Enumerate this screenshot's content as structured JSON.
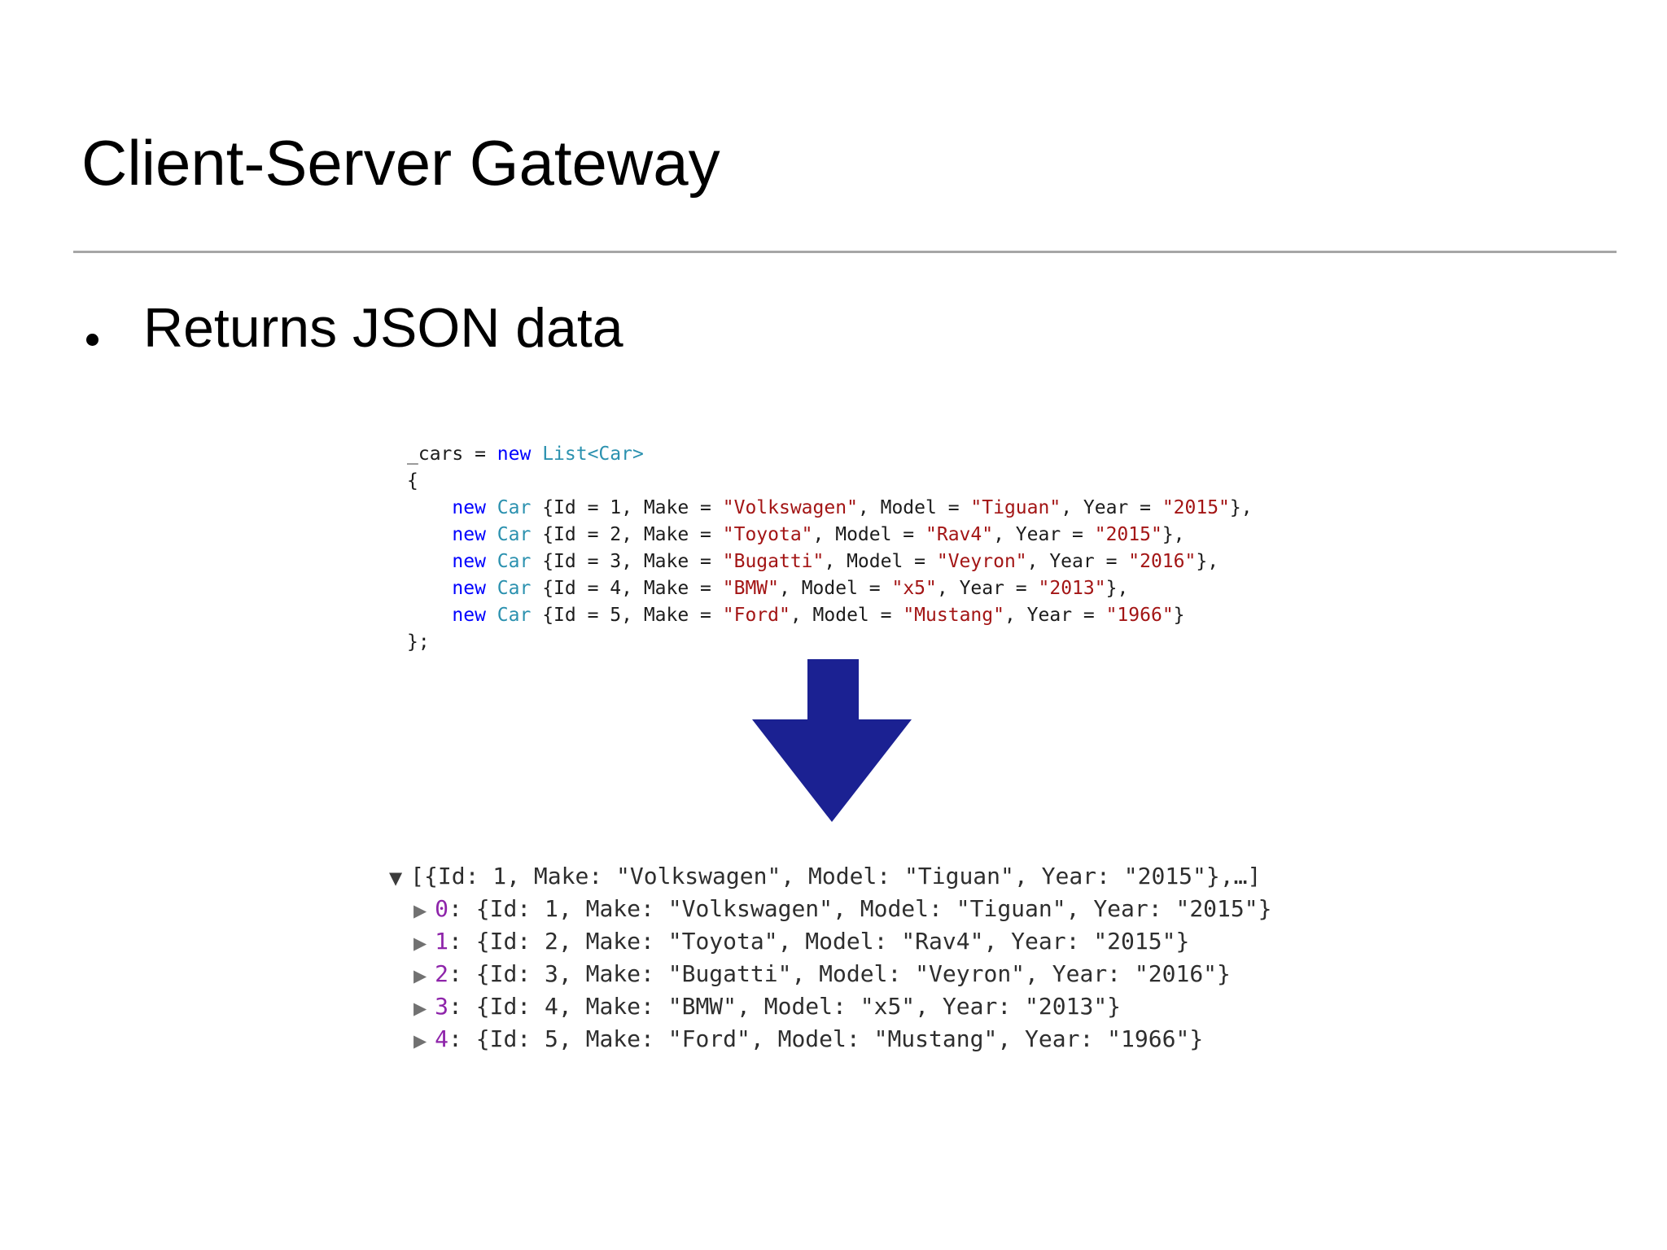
{
  "slide": {
    "title": "Client-Server Gateway",
    "bullet_text": "Returns JSON data"
  },
  "colors": {
    "keyword": "#0000ff",
    "type": "#2b91af",
    "string": "#a31515",
    "code_text": "#1c1c1c",
    "console_text": "#2e2e2e",
    "console_index": "#8e24aa",
    "arrow": "#1b2192",
    "divider": "#a6a6a6"
  },
  "code_block": {
    "language": "csharp",
    "lines": [
      [
        {
          "t": "_cars = ",
          "c": "plain"
        },
        {
          "t": "new",
          "c": "kw"
        },
        {
          "t": " ",
          "c": "plain"
        },
        {
          "t": "List<Car>",
          "c": "type"
        }
      ],
      [
        {
          "t": "{",
          "c": "plain"
        }
      ],
      [
        {
          "t": "    ",
          "c": "plain"
        },
        {
          "t": "new",
          "c": "kw"
        },
        {
          "t": " ",
          "c": "plain"
        },
        {
          "t": "Car",
          "c": "type"
        },
        {
          "t": " {Id = 1, Make = ",
          "c": "plain"
        },
        {
          "t": "\"Volkswagen\"",
          "c": "str"
        },
        {
          "t": ", Model = ",
          "c": "plain"
        },
        {
          "t": "\"Tiguan\"",
          "c": "str"
        },
        {
          "t": ", Year = ",
          "c": "plain"
        },
        {
          "t": "\"2015\"",
          "c": "str"
        },
        {
          "t": "},",
          "c": "plain"
        }
      ],
      [
        {
          "t": "    ",
          "c": "plain"
        },
        {
          "t": "new",
          "c": "kw"
        },
        {
          "t": " ",
          "c": "plain"
        },
        {
          "t": "Car",
          "c": "type"
        },
        {
          "t": " {Id = 2, Make = ",
          "c": "plain"
        },
        {
          "t": "\"Toyota\"",
          "c": "str"
        },
        {
          "t": ", Model = ",
          "c": "plain"
        },
        {
          "t": "\"Rav4\"",
          "c": "str"
        },
        {
          "t": ", Year = ",
          "c": "plain"
        },
        {
          "t": "\"2015\"",
          "c": "str"
        },
        {
          "t": "},",
          "c": "plain"
        }
      ],
      [
        {
          "t": "    ",
          "c": "plain"
        },
        {
          "t": "new",
          "c": "kw"
        },
        {
          "t": " ",
          "c": "plain"
        },
        {
          "t": "Car",
          "c": "type"
        },
        {
          "t": " {Id = 3, Make = ",
          "c": "plain"
        },
        {
          "t": "\"Bugatti\"",
          "c": "str"
        },
        {
          "t": ", Model = ",
          "c": "plain"
        },
        {
          "t": "\"Veyron\"",
          "c": "str"
        },
        {
          "t": ", Year = ",
          "c": "plain"
        },
        {
          "t": "\"2016\"",
          "c": "str"
        },
        {
          "t": "},",
          "c": "plain"
        }
      ],
      [
        {
          "t": "    ",
          "c": "plain"
        },
        {
          "t": "new",
          "c": "kw"
        },
        {
          "t": " ",
          "c": "plain"
        },
        {
          "t": "Car",
          "c": "type"
        },
        {
          "t": " {Id = 4, Make = ",
          "c": "plain"
        },
        {
          "t": "\"BMW\"",
          "c": "str"
        },
        {
          "t": ", Model = ",
          "c": "plain"
        },
        {
          "t": "\"x5\"",
          "c": "str"
        },
        {
          "t": ", Year = ",
          "c": "plain"
        },
        {
          "t": "\"2013\"",
          "c": "str"
        },
        {
          "t": "},",
          "c": "plain"
        }
      ],
      [
        {
          "t": "    ",
          "c": "plain"
        },
        {
          "t": "new",
          "c": "kw"
        },
        {
          "t": " ",
          "c": "plain"
        },
        {
          "t": "Car",
          "c": "type"
        },
        {
          "t": " {Id = 5, Make = ",
          "c": "plain"
        },
        {
          "t": "\"Ford\"",
          "c": "str"
        },
        {
          "t": ", Model = ",
          "c": "plain"
        },
        {
          "t": "\"Mustang\"",
          "c": "str"
        },
        {
          "t": ", Year = ",
          "c": "plain"
        },
        {
          "t": "\"1966\"",
          "c": "str"
        },
        {
          "t": "}",
          "c": "plain"
        }
      ],
      [
        {
          "t": "};",
          "c": "plain"
        }
      ]
    ]
  },
  "console_output": {
    "root": {
      "expander": "▼",
      "text": "[{Id: 1, Make: \"Volkswagen\", Model: \"Tiguan\", Year: \"2015\"},…]"
    },
    "items": [
      {
        "expander": "▶",
        "index": "0",
        "text": ": {Id: 1, Make: \"Volkswagen\", Model: \"Tiguan\", Year: \"2015\"}"
      },
      {
        "expander": "▶",
        "index": "1",
        "text": ": {Id: 2, Make: \"Toyota\", Model: \"Rav4\", Year: \"2015\"}"
      },
      {
        "expander": "▶",
        "index": "2",
        "text": ": {Id: 3, Make: \"Bugatti\", Model: \"Veyron\", Year: \"2016\"}"
      },
      {
        "expander": "▶",
        "index": "3",
        "text": ": {Id: 4, Make: \"BMW\", Model: \"x5\", Year: \"2013\"}"
      },
      {
        "expander": "▶",
        "index": "4",
        "text": ": {Id: 5, Make: \"Ford\", Model: \"Mustang\", Year: \"1966\"}"
      }
    ]
  }
}
